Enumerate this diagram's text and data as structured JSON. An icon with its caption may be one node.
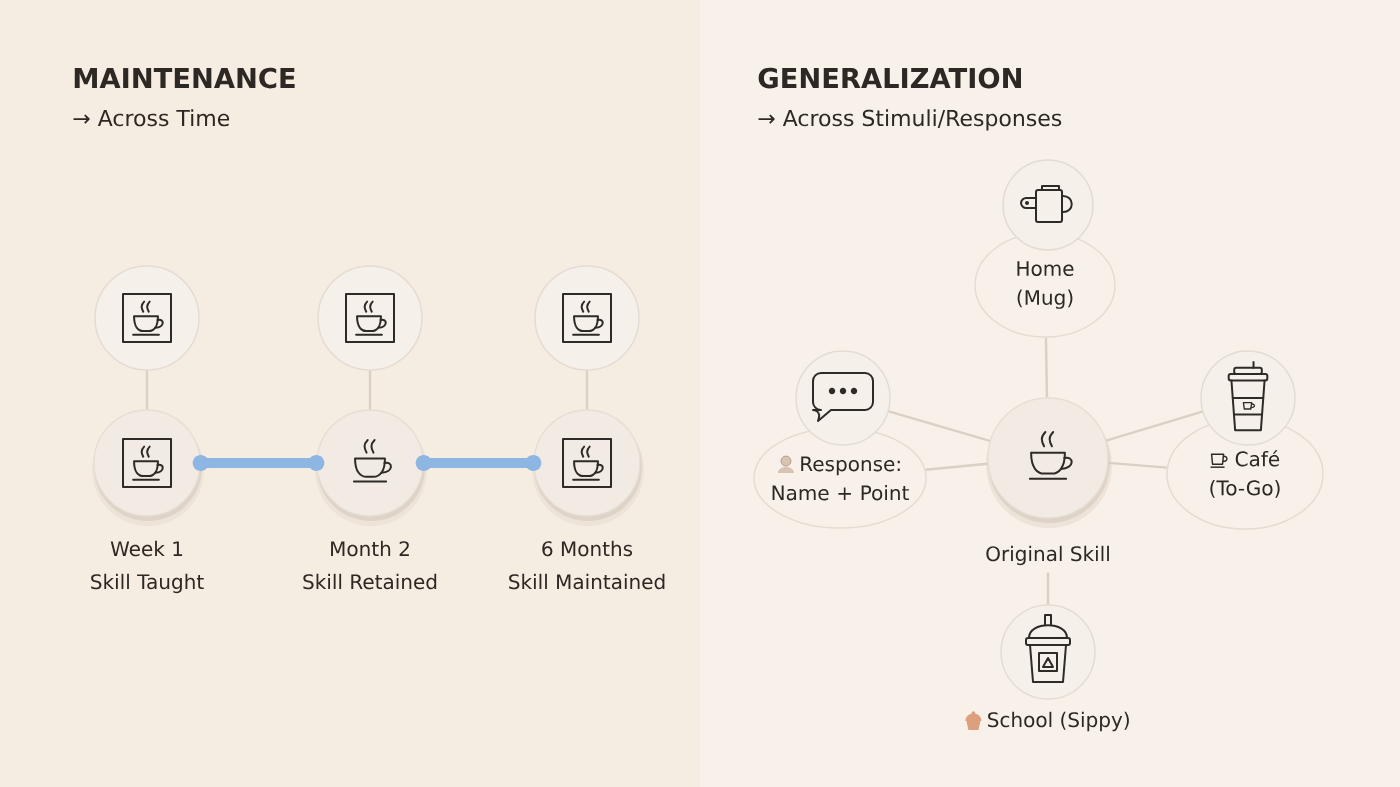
{
  "diagram": {
    "nodes": [
      {
        "text": [],
        "shape": "circle"
      },
      {
        "text": [],
        "shape": "circle"
      },
      {
        "text": [],
        "shape": "circle"
      },
      {
        "text": [
          "Week 1",
          "Skill Taught"
        ]
      },
      {
        "text": [
          "Month 2",
          "Skill Retained"
        ]
      },
      {
        "text": [
          "6 Months",
          "Skill Maintained"
        ]
      },
      {
        "text": [],
        "shape": "circle"
      },
      {
        "text": [
          "Home (Mug)"
        ]
      },
      {
        "text": [],
        "shape": "circle"
      },
      {
        "text": [
          "Response: Name + Point"
        ]
      },
      {
        "text": [],
        "shape": "circle"
      },
      {
        "text": [
          "Café (To-Go)"
        ]
      },
      {
        "text": [
          "Original Skill"
        ]
      },
      {
        "text": [
          "School (Sippy)"
        ]
      }
    ],
    "edges": [
      {
        "from": 0,
        "to": 3,
        "arrow": "none"
      },
      {
        "from": 1,
        "to": 4,
        "arrow": "none"
      },
      {
        "from": 2,
        "to": 5,
        "arrow": "none"
      },
      {
        "from": 3,
        "to": 4,
        "arrow": "other",
        "style": "thick",
        "color": "#8db6e2"
      },
      {
        "from": 4,
        "to": 5,
        "arrow": "other",
        "style": "thick",
        "color": "#8db6e2"
      },
      {
        "from": 12,
        "to": 7,
        "arrow": "none"
      },
      {
        "from": 12,
        "to": 8,
        "arrow": "none"
      },
      {
        "from": 12,
        "to": 9,
        "arrow": "none"
      },
      {
        "from": 12,
        "to": 10,
        "arrow": "none"
      },
      {
        "from": 12,
        "to": 11,
        "arrow": "none"
      },
      {
        "from": 12,
        "to": 13,
        "arrow": "none"
      }
    ],
    "labels": [
      "MAINTENANCE",
      "→ Across Time",
      "GENERALIZATION",
      "→ Across Stimuli/Responses"
    ]
  }
}
